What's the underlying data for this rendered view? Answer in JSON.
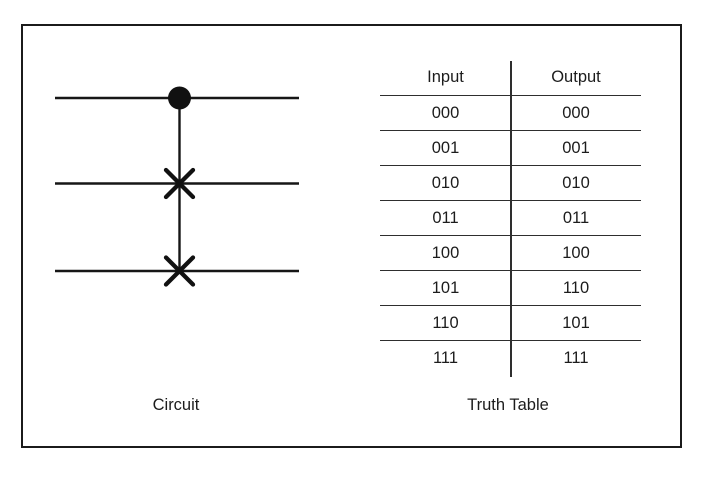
{
  "page": {
    "background_color": "#ffffff",
    "border_color": "#1b1b1b",
    "line_color": "#161616"
  },
  "circuit": {
    "caption": "Circuit",
    "wires": 3,
    "gate": "controlled-swap",
    "icons": {
      "control_dot": "filled-circle",
      "swap_target": "cross-x"
    }
  },
  "truth_table": {
    "caption": "Truth Table",
    "columns": [
      "Input",
      "Output"
    ],
    "rows": [
      {
        "input": "000",
        "output": "000"
      },
      {
        "input": "001",
        "output": "001"
      },
      {
        "input": "010",
        "output": "010"
      },
      {
        "input": "011",
        "output": "011"
      },
      {
        "input": "100",
        "output": "100"
      },
      {
        "input": "101",
        "output": "110"
      },
      {
        "input": "110",
        "output": "101"
      },
      {
        "input": "111",
        "output": "111"
      }
    ]
  }
}
